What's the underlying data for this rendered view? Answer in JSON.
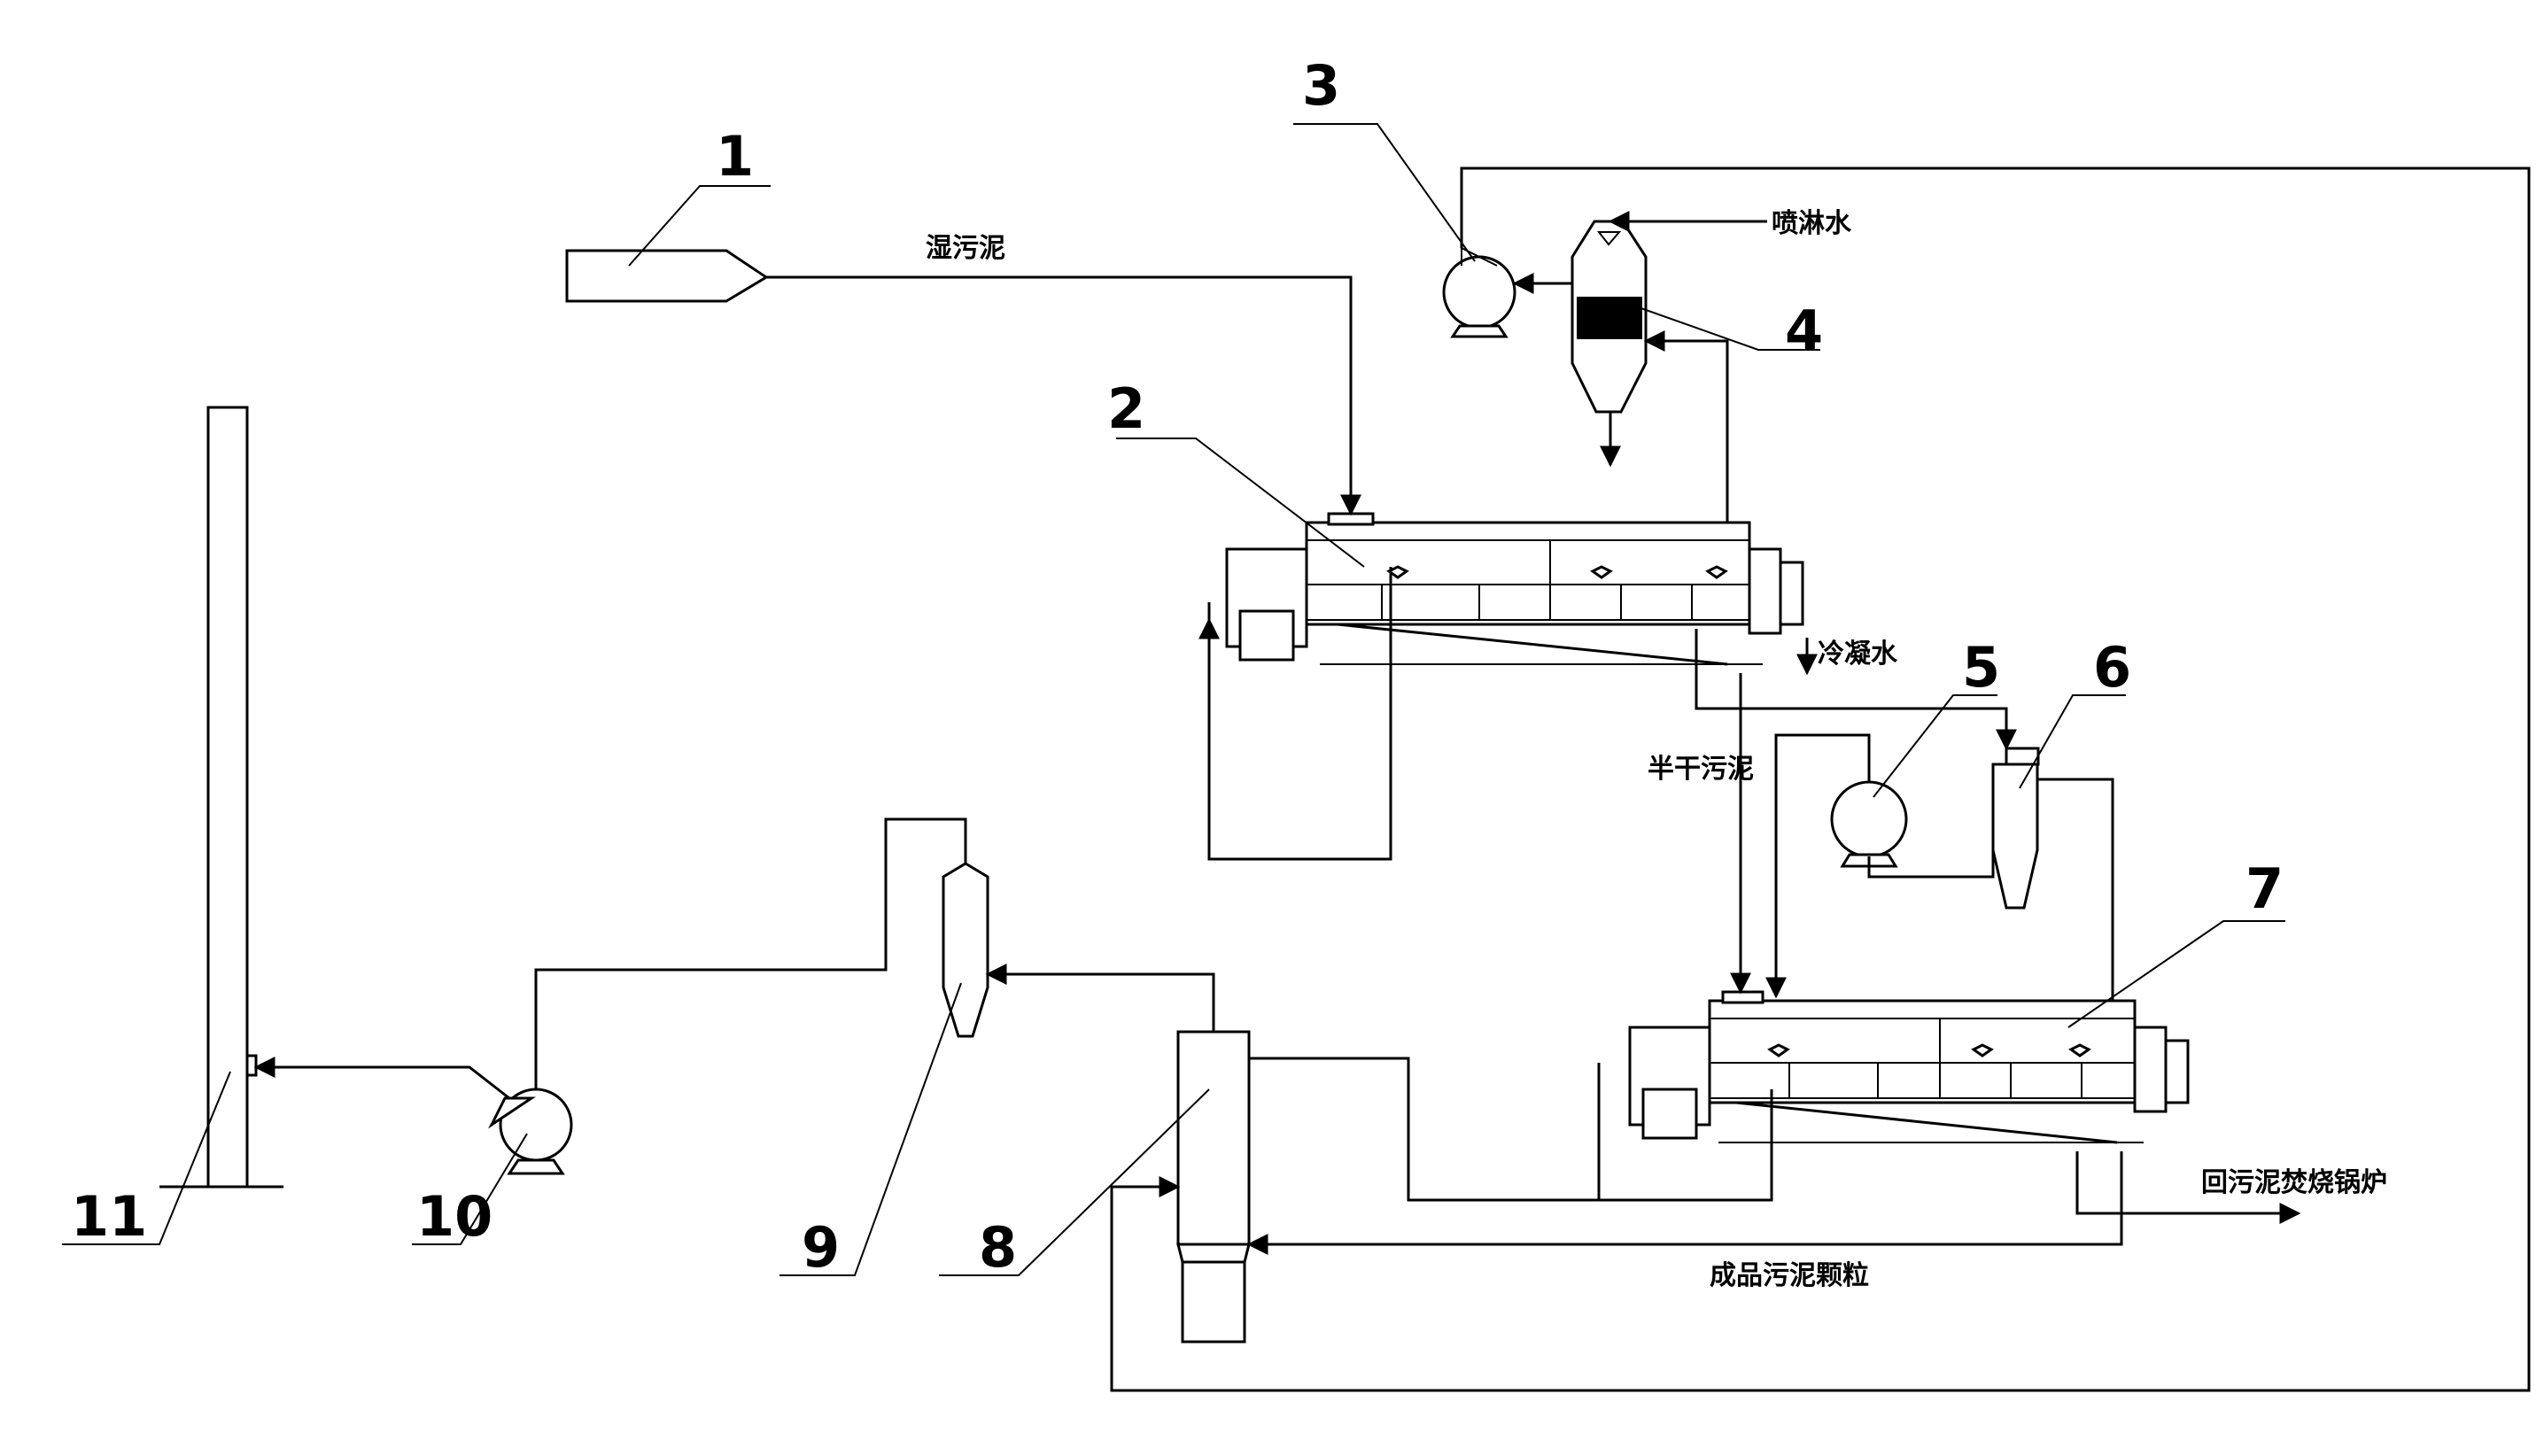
{
  "diagram": {
    "numbers": [
      "1",
      "2",
      "3",
      "4",
      "5",
      "6",
      "7",
      "8",
      "9",
      "10",
      "11"
    ],
    "labels": {
      "wet_sludge": "湿污泥",
      "spray_water": "喷淋水",
      "condensate": "冷凝水",
      "semi_dry_sludge": "半干污泥",
      "to_boiler": "回污泥焚烧锅炉",
      "product_granules": "成品污泥颗粒"
    }
  }
}
